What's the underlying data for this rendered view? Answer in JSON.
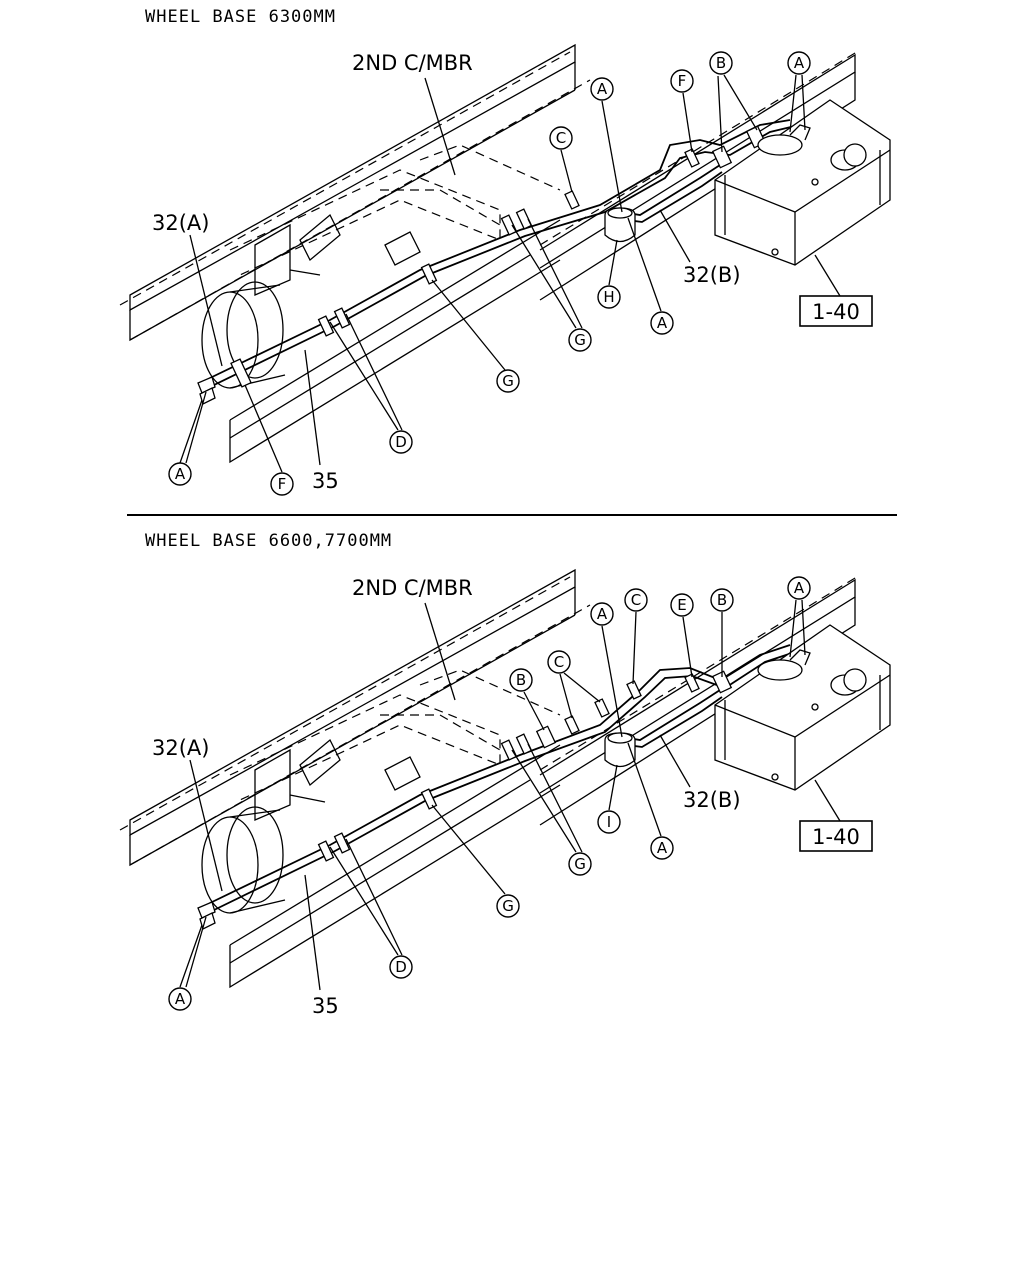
{
  "top_diagram": {
    "title": "WHEEL BASE 6300MM",
    "member_label": "2ND C/MBR",
    "part_32a": "32(A)",
    "part_32b": "32(B)",
    "part_35": "35",
    "ref_box": "1-40",
    "callouts": {
      "a1": "A",
      "a2": "A",
      "a3": "A",
      "a4": "A",
      "b": "B",
      "c": "C",
      "d": "D",
      "f1": "F",
      "f2": "F",
      "g1": "G",
      "g2": "G",
      "h": "H"
    }
  },
  "bottom_diagram": {
    "title": "WHEEL BASE 6600,7700MM",
    "member_label": "2ND C/MBR",
    "part_32a": "32(A)",
    "part_32b": "32(B)",
    "part_35": "35",
    "ref_box": "1-40",
    "callouts": {
      "a1": "A",
      "a2": "A",
      "a3": "A",
      "a4": "A",
      "b1": "B",
      "b2": "B",
      "c1": "C",
      "c2": "C",
      "d": "D",
      "e": "E",
      "g1": "G",
      "g2": "G",
      "i": "I"
    }
  }
}
